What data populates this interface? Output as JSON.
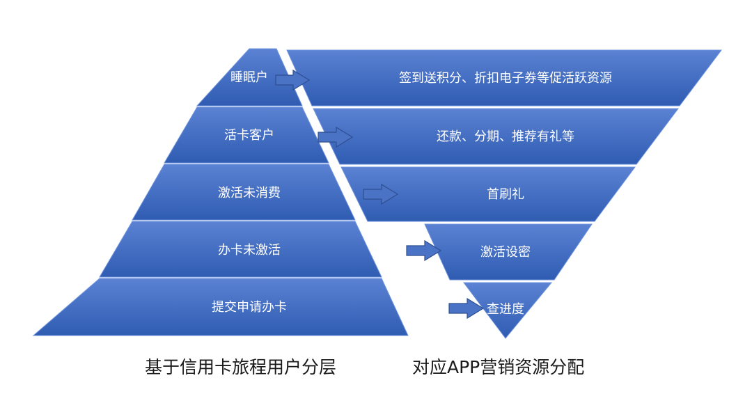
{
  "pyramid": {
    "labels": [
      "睡眠户",
      "活卡客户",
      "激活未消费",
      "办卡未激活",
      "提交申请办卡"
    ]
  },
  "funnel": {
    "labels": [
      "签到送积分、折扣电子券等促活跃资源",
      "还款、分期、推荐有礼等",
      "首刷礼",
      "激活设密",
      "查进度"
    ]
  },
  "captions": {
    "left": "基于信用卡旅程用户分层",
    "right": "对应APP营销资源分配"
  },
  "colors": {
    "band_top": "#5b82d3",
    "band_bottom": "#2f5cb2",
    "band_edge": "#6d92dc",
    "arrow_fill": "#4a73c6",
    "arrow_stroke": "#2e4f91",
    "label_text": "#ffffff"
  }
}
